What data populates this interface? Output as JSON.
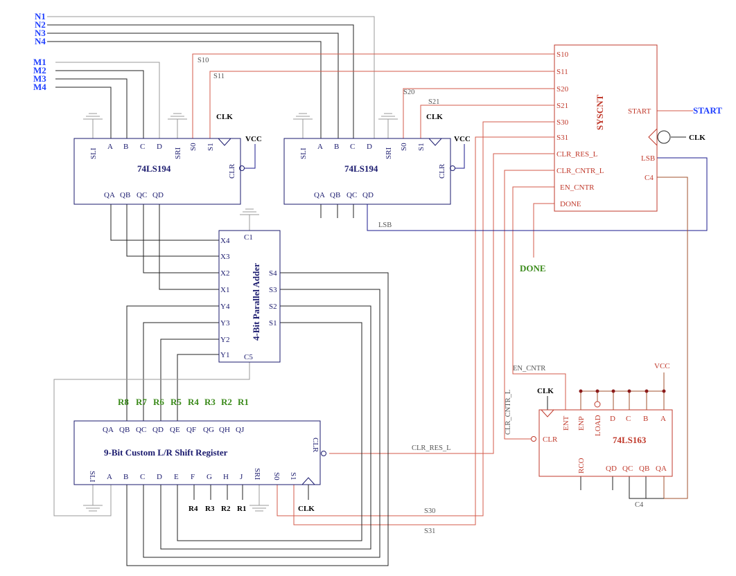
{
  "inputs": {
    "n": [
      "N1",
      "N2",
      "N3",
      "N4"
    ],
    "m": [
      "M1",
      "M2",
      "M3",
      "M4"
    ],
    "start": "START",
    "clk": "CLK",
    "done": "DONE"
  },
  "reg1": {
    "title": "74LS194",
    "top_pins": [
      "SLI",
      "A",
      "B",
      "C",
      "D",
      "SRI",
      "S0",
      "S1"
    ],
    "clk": "CLK",
    "vcc": "VCC",
    "clr": "CLR",
    "outputs": [
      "QA",
      "QB",
      "QC",
      "QD"
    ]
  },
  "reg2": {
    "title": "74LS194",
    "top_pins": [
      "SLI",
      "A",
      "B",
      "C",
      "D",
      "SRI",
      "S0",
      "S1"
    ],
    "clk": "CLK",
    "vcc": "VCC",
    "clr": "CLR",
    "outputs": [
      "QA",
      "QB",
      "QC",
      "QD"
    ]
  },
  "adder": {
    "title": "4-Bit Parallel Adder",
    "c1": "C1",
    "x": [
      "X4",
      "X3",
      "X2",
      "X1"
    ],
    "y": [
      "Y4",
      "Y3",
      "Y2",
      "Y1"
    ],
    "s": [
      "S4",
      "S3",
      "S2",
      "S1"
    ],
    "c5": "C5"
  },
  "sys": {
    "title": "SYSCNT",
    "left_pins": [
      "S10",
      "S11",
      "S20",
      "S21",
      "S30",
      "S31",
      "CLR_RES_L",
      "CLR_CNTR_L",
      "EN_CNTR",
      "DONE"
    ],
    "start": "START",
    "lsb": "LSB",
    "c4": "C4"
  },
  "shift": {
    "title": "9-Bit Custom L/R Shift Register",
    "top_pins": [
      "QA",
      "QB",
      "QC",
      "QD",
      "QE",
      "QF",
      "QG",
      "QH",
      "QJ"
    ],
    "bottom_pins": [
      "SLI",
      "A",
      "B",
      "C",
      "D",
      "E",
      "F",
      "G",
      "H",
      "J",
      "SRI",
      "S0",
      "S1"
    ],
    "clr": "CLR",
    "clk": "CLK",
    "r_top": [
      "R8",
      "R7",
      "R6",
      "R5",
      "R4",
      "R3",
      "R2",
      "R1"
    ],
    "r_bottom": [
      "R4",
      "R3",
      "R2",
      "R1"
    ]
  },
  "counter": {
    "title": "74LS163",
    "top_pins": [
      "ENT",
      "ENP",
      "LOAD",
      "D",
      "C",
      "B",
      "A"
    ],
    "clk": "CLK",
    "clr": "CLR",
    "vcc": "VCC",
    "bottom_pins": [
      "RCO",
      "QD",
      "QC",
      "QB",
      "QA"
    ]
  },
  "nets": {
    "s10": "S10",
    "s11": "S11",
    "s20": "S20",
    "s21": "S21",
    "s30": "S30",
    "s31": "S31",
    "lsb": "LSB",
    "en_cntr": "EN_CNTR",
    "clr_cntr_l": "CLR_CNTR_L",
    "clr_res_l": "CLR_RES_L",
    "c4": "C4"
  }
}
